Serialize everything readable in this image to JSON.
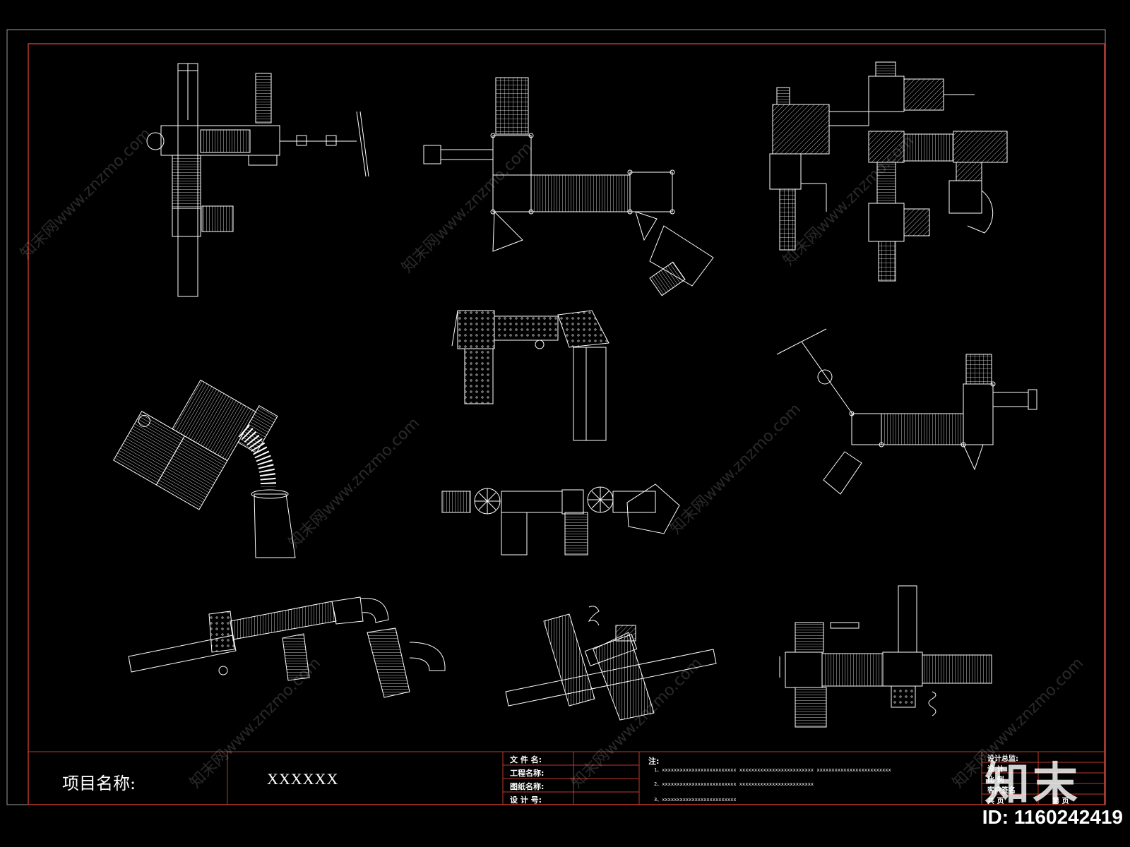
{
  "title_block": {
    "project_label": "项目名称:",
    "project_value": "XXXXXX",
    "field_file_name": "文 件 名:",
    "field_project_name": "工程名称:",
    "field_drawing_name": "图纸名称:",
    "field_design_no": "设 计 号:",
    "notes_label": "注:",
    "note_1": "1、xxxxxxxxxxxxxxxxxxxxxxxxx   xxxxxxxxxxxxxxxxxxxxxxxxx   xxxxxxxxxxxxxxxxxxxxxxxxx",
    "note_2": "2、xxxxxxxxxxxxxxxxxxxxxxxxx   xxxxxxxxxxxxxxxxxxxxxxxxx",
    "note_3": "3、xxxxxxxxxxxxxxxxxxxxxxxxx",
    "sign_1": "设计总监:",
    "sign_2": "设    计",
    "sign_3": "比    例",
    "sign_4": "客户签名",
    "total_pages": "共    页",
    "page_no": "第    页"
  },
  "watermark": {
    "text": "知末网www.znzmo.com",
    "logo": "知末",
    "id": "ID: 1160242419"
  },
  "colors": {
    "background": "#000000",
    "line": "#ffffff",
    "frame_red": "#c0392b",
    "frame_outer": "#9a9a9a"
  }
}
